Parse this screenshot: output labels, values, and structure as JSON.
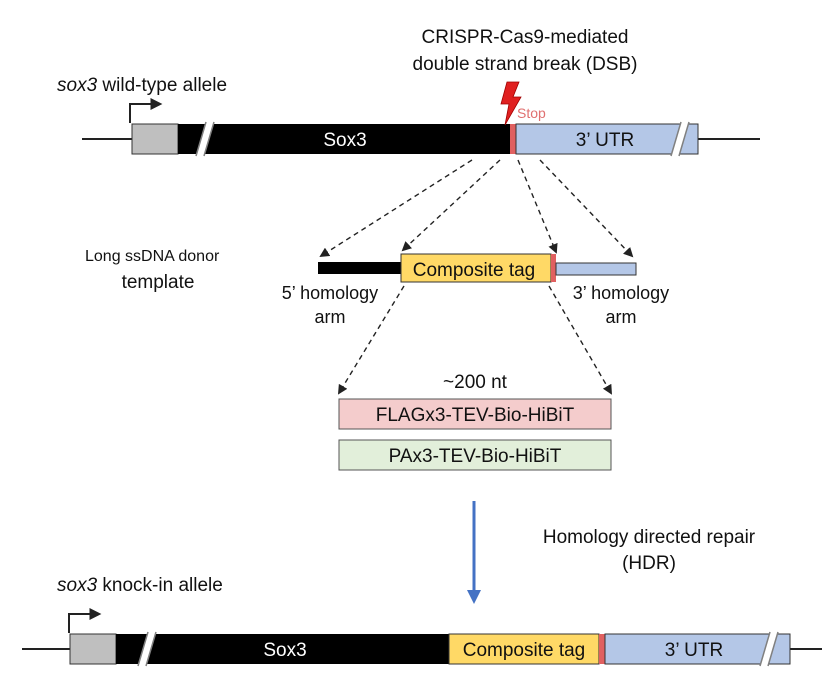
{
  "header": {
    "dsb_line1": "CRISPR-Cas9-mediated",
    "dsb_line2": "double strand break (DSB)"
  },
  "wild_type": {
    "gene_italic": "sox3",
    "label_rest": " wild-type allele",
    "exon_label": "Sox3",
    "utr_label": "3’ UTR",
    "stop_label": "Stop"
  },
  "donor": {
    "label_line1": "Long ssDNA donor",
    "label_line2": "template",
    "tag_label": "Composite tag",
    "left_arm_line1": "5’ homology",
    "left_arm_line2": "arm",
    "right_arm_line1": "3’ homology",
    "right_arm_line2": "arm"
  },
  "tags": {
    "size_label": "~200 nt",
    "options": [
      "FLAGx3-TEV-Bio-HiBiT",
      "PAx3-TEV-Bio-HiBiT"
    ]
  },
  "repair": {
    "line1": "Homology directed repair",
    "line2": "(HDR)"
  },
  "knock_in": {
    "gene_italic": "sox3",
    "label_rest": " knock-in allele",
    "exon_label": "Sox3",
    "tag_label": "Composite tag",
    "utr_label": "3’ UTR"
  },
  "colors": {
    "exon": "#000000",
    "promoter_box": "#bfbfbf",
    "utr": "#b4c7e7",
    "composite_tag": "#ffd966",
    "stop": "#e06060",
    "flag_tag": "#f4cccc",
    "pa_tag": "#e2efda",
    "hdr_arrow": "#4472c4",
    "lightning": "#e02020"
  }
}
